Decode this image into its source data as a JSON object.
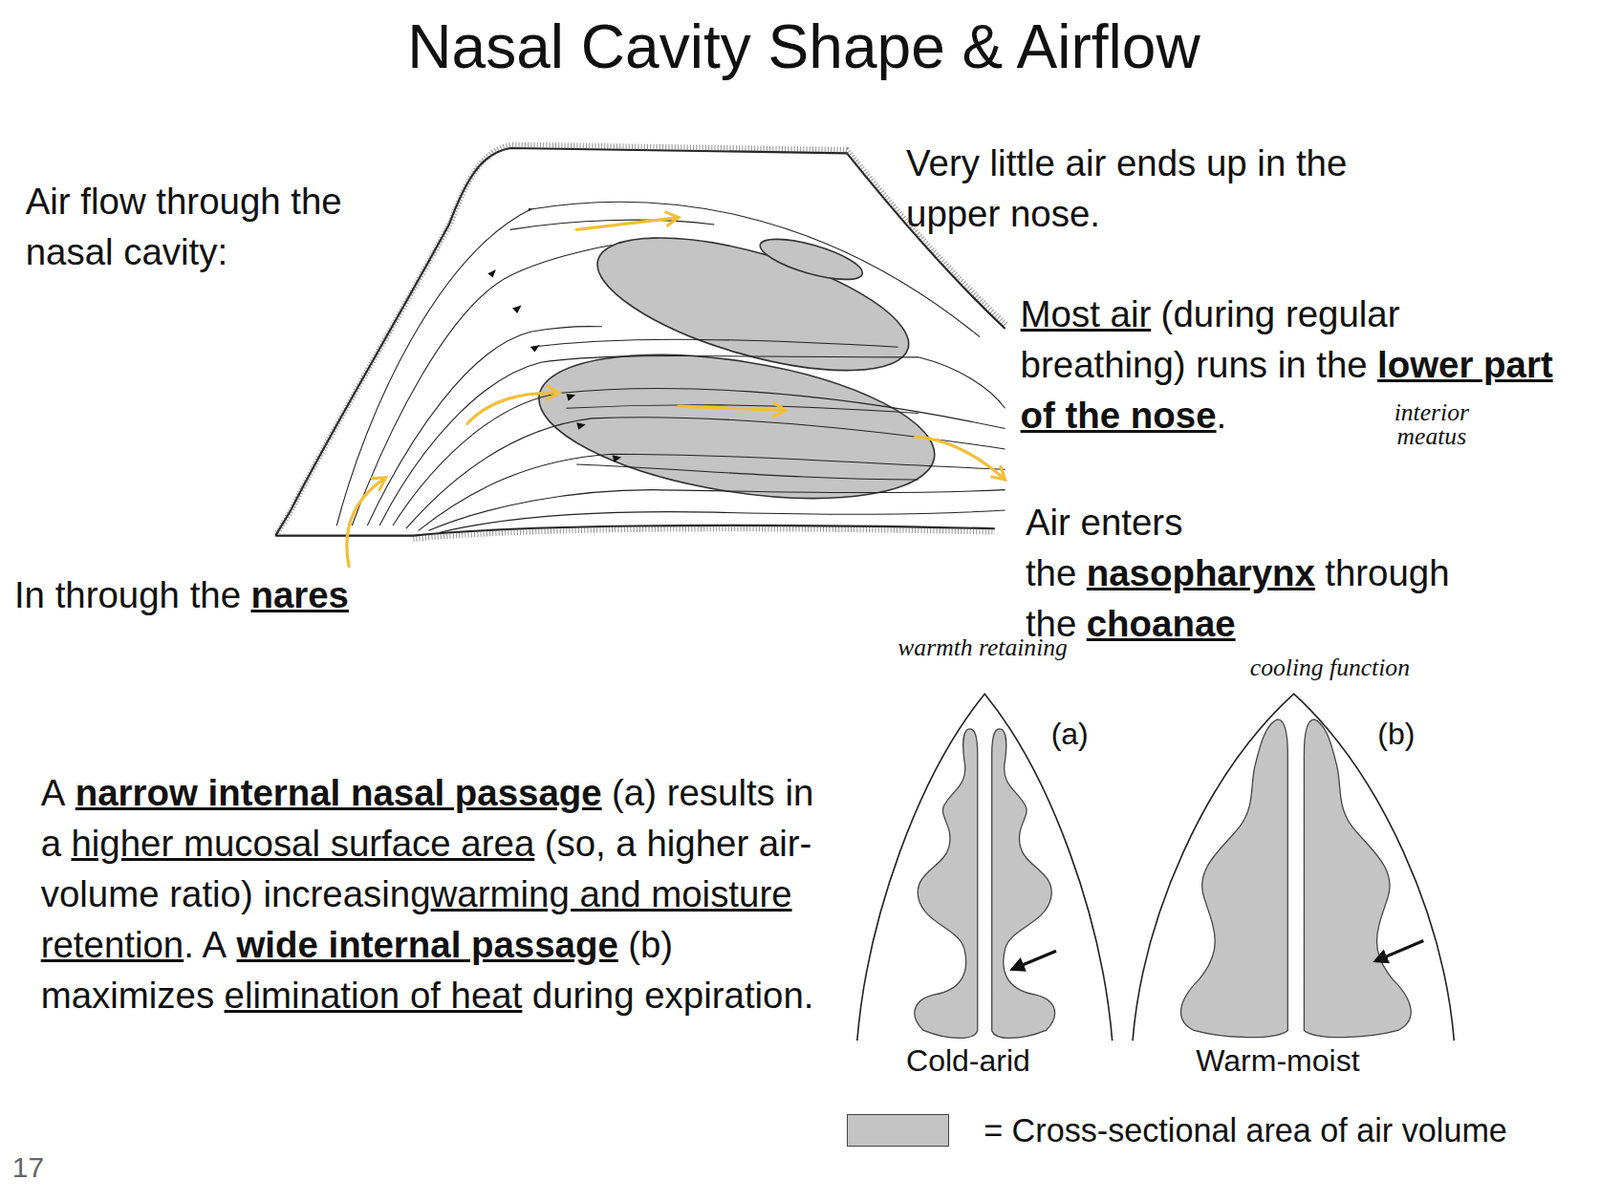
{
  "diagram": {
    "title": "Nasal Cavity Shape & Airflow",
    "labels": [
      "Air flow through the nasal cavity:",
      "Very little air ends up in the upper nose.",
      "Most air",
      "(during regular breathing) runs in the",
      "lower part of the nose",
      ".",
      "interior meatus",
      "Air enters the",
      "nasopharynx",
      "through the",
      "choanae",
      "In through the",
      "nares",
      "A",
      "narrow internal nasal passage",
      "(a) results in a",
      "higher mucosal surface area",
      "(so, a higher air-volume ratio) increasing",
      "warming and moisture retention",
      ". A",
      "wide internal passage",
      "(b) maximizes",
      "elimination of heat",
      "during expiration.",
      "warmth retaining",
      "cooling function",
      "(a)",
      "(b)",
      "Cold-arid",
      "Warm-moist",
      "17"
    ],
    "legend": [
      {
        "text": "= Cross-sectional area of air volume",
        "color": "#c4c4c4"
      }
    ]
  }
}
